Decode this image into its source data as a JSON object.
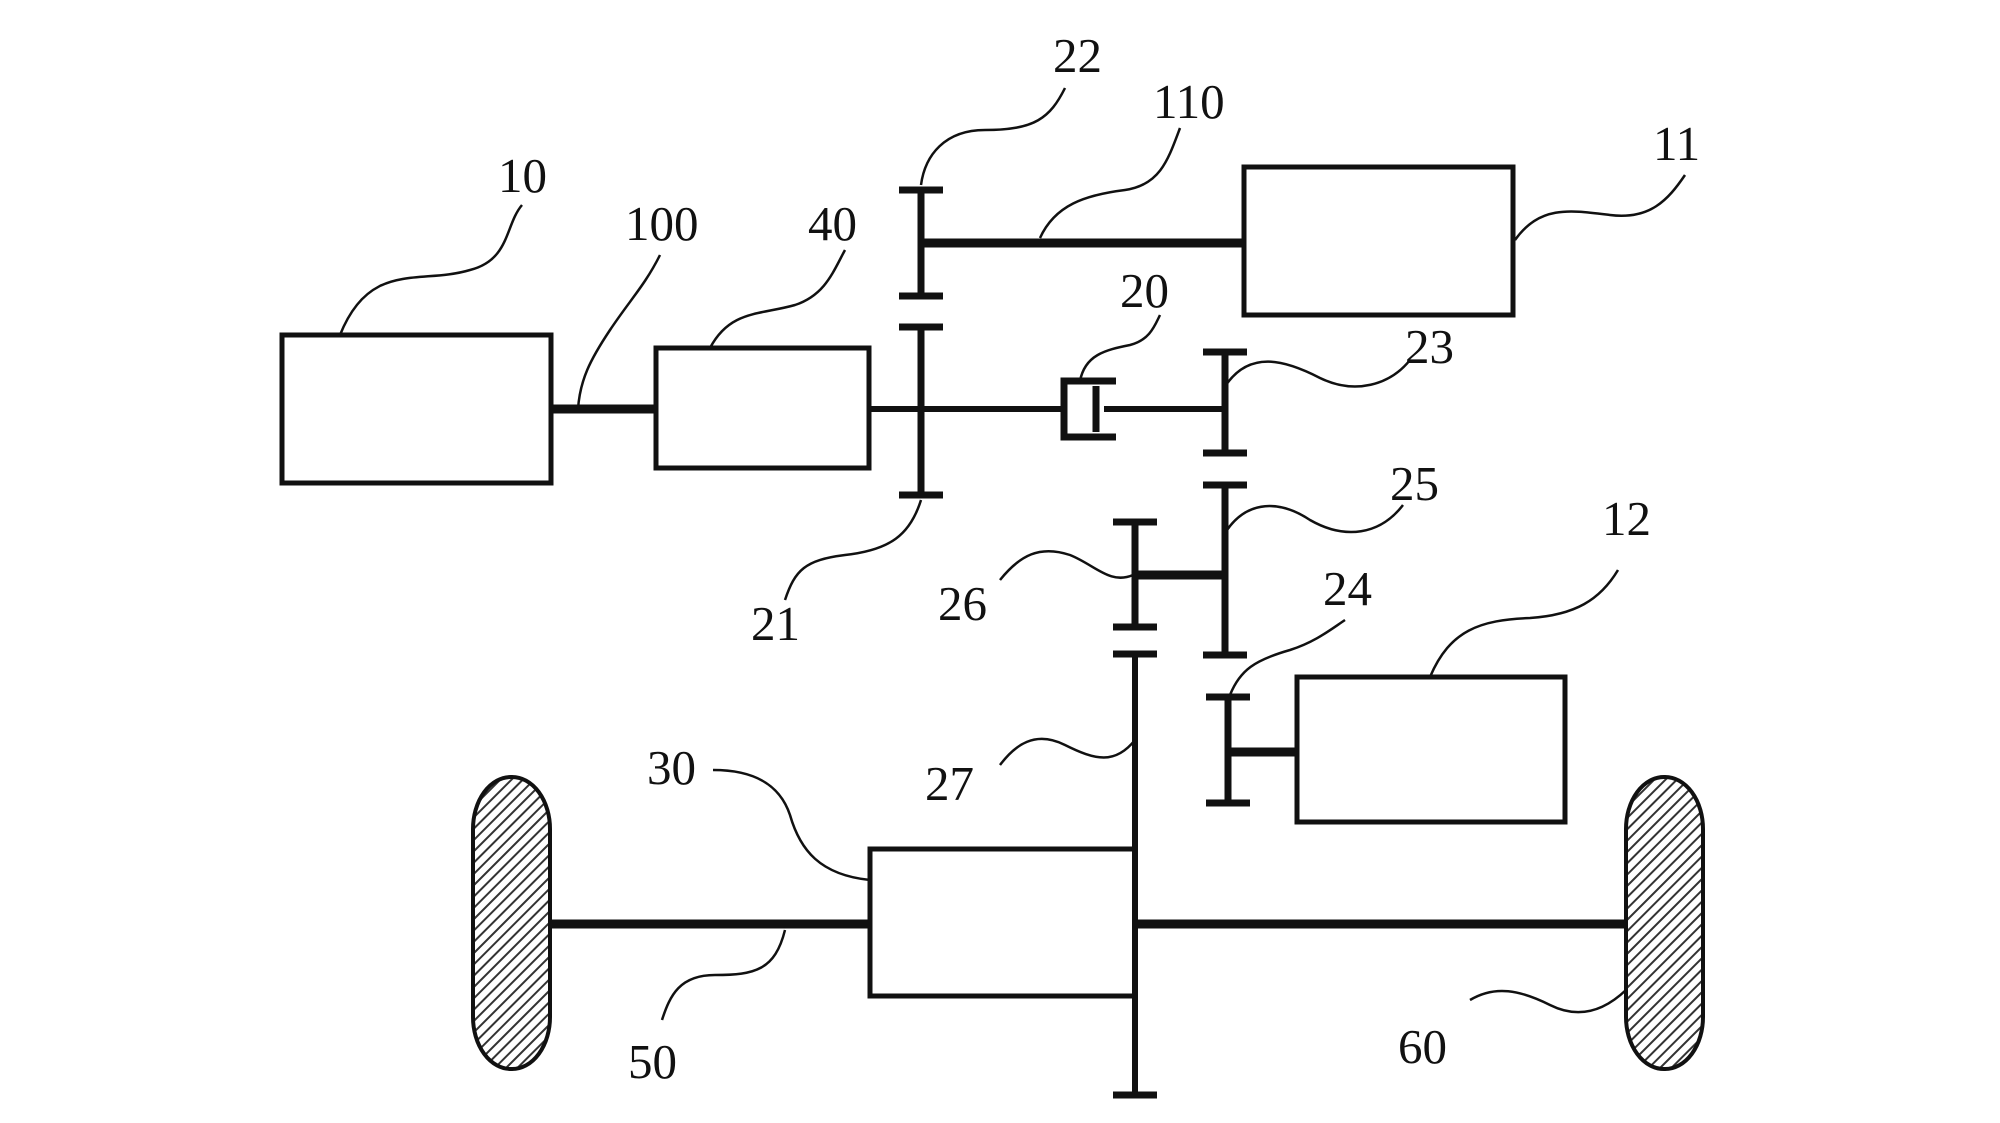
{
  "labels": {
    "n10": "10",
    "n100": "100",
    "n40": "40",
    "n22": "22",
    "n110": "110",
    "n11": "11",
    "n20": "20",
    "n23": "23",
    "n25": "25",
    "n12": "12",
    "n24": "24",
    "n21": "21",
    "n26": "26",
    "n27": "27",
    "n30": "30",
    "n50": "50",
    "n60": "60"
  },
  "colors": {
    "line": "#111111",
    "background": "#ffffff"
  }
}
